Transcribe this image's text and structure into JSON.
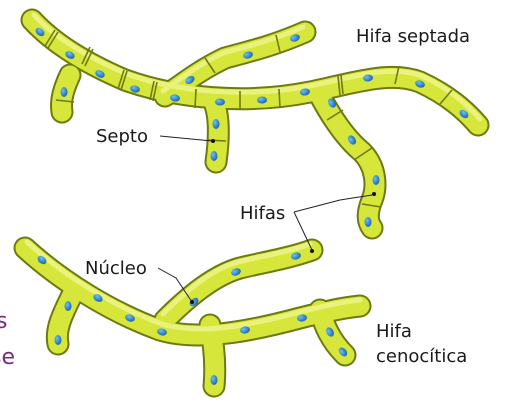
{
  "labels": {
    "septate": "Hifa septada",
    "septum": "Septo",
    "hyphae": "Hifas",
    "nucleus": "Núcleo",
    "coenocytic_line1": "Hifa",
    "coenocytic_line2": "cenocítica"
  },
  "cut_off_text": {
    "line1": "s",
    "line2": "se"
  },
  "colors": {
    "hypha_outline": "#6d7a12",
    "hypha_fill": "#d7e63a",
    "hypha_light": "#eef58a",
    "septum": "#6d7a12",
    "nucleus": "#1565b3",
    "nucleus_highlight": "#6fc1ee",
    "leader_line": "#222222",
    "cut_text": "#7a2a7e"
  }
}
